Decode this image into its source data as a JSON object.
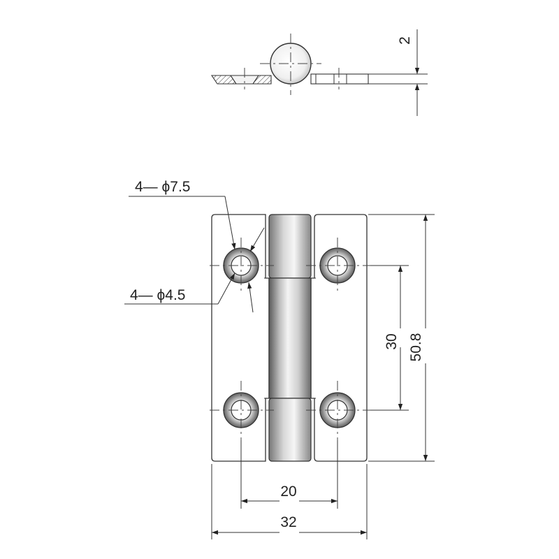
{
  "drawing": {
    "subject": "hinge",
    "dimensions": {
      "thickness": "2",
      "hole_spacing_vertical": "30",
      "overall_height": "50.8",
      "hole_spacing_horizontal": "20",
      "overall_width": "32"
    },
    "callouts": {
      "counterbore": "4— ϕ7.5",
      "through_hole": "4— ϕ4.5"
    },
    "colors": {
      "line": "#333333",
      "barrel_light": "#f2f2f2",
      "barrel_dark": "#6e6e6e",
      "hole_ring": "#8a8a8a"
    }
  }
}
